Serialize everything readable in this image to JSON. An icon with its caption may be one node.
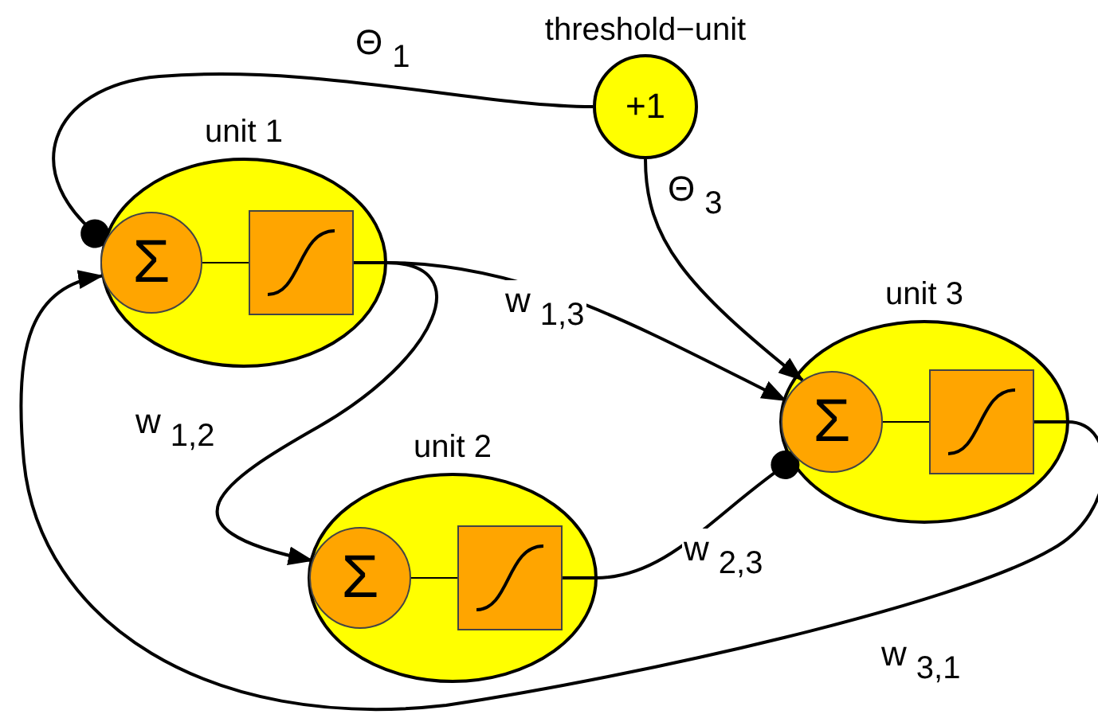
{
  "diagram": {
    "nodes": [
      {
        "text": [
          "threshold−unit",
          "+1"
        ]
      },
      {
        "text": [
          "unit 1"
        ]
      },
      {
        "text": [
          "Σ"
        ],
        "in": 1
      },
      {
        "text": [],
        "shape": "box",
        "in": 1
      },
      {
        "text": [
          "unit 2"
        ]
      },
      {
        "text": [
          "Σ"
        ],
        "in": 4
      },
      {
        "text": [],
        "shape": "box",
        "in": 4
      },
      {
        "text": [
          "unit 3"
        ]
      },
      {
        "text": [
          "Σ"
        ],
        "in": 7
      },
      {
        "text": [],
        "shape": "box",
        "in": 7
      }
    ],
    "edges": [
      {
        "from": 2,
        "to": 3,
        "arrow": "none"
      },
      {
        "from": 5,
        "to": 6,
        "arrow": "none"
      },
      {
        "from": 8,
        "to": 9,
        "arrow": "none"
      },
      {
        "from": 0,
        "to": 2,
        "arrow": "other",
        "label": "Θ$_{1}$"
      },
      {
        "from": 0,
        "to": 8,
        "arrow": "to",
        "label": "Θ$_{3}$"
      },
      {
        "from": 3,
        "to": 8,
        "arrow": "to",
        "label": "w$_{1,3}$"
      },
      {
        "from": 3,
        "to": 5,
        "arrow": "to",
        "label": "w$_{1,2}$"
      },
      {
        "from": 6,
        "to": 8,
        "arrow": "other",
        "label": "w$_{2,3}$"
      },
      {
        "from": 9,
        "to": 2,
        "arrow": "to",
        "label": "w$_{3,1}$"
      }
    ]
  }
}
